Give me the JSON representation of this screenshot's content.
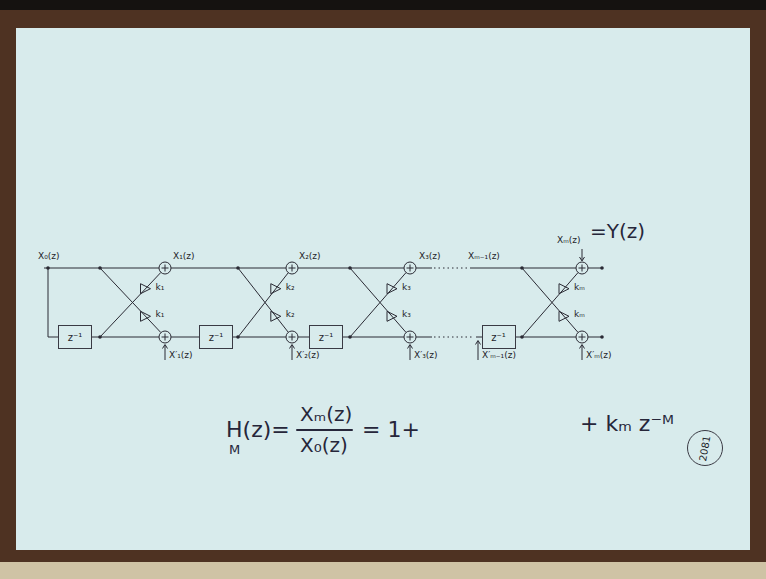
{
  "diagram": {
    "nodes": [
      {
        "text": [
          "z⁻¹"
        ]
      },
      {
        "text": [
          "z⁻¹"
        ]
      },
      {
        "text": [
          "z⁻¹"
        ]
      },
      {
        "text": [
          "z⁻¹"
        ]
      },
      {
        "text": [
          "2081"
        ]
      }
    ],
    "labels": [
      "Xₘ(z)",
      "=Y(z)",
      "X₀(z)",
      "X₁(z)",
      "X₂(z)",
      "X₃(z)",
      "Xₘ₋₁(z)",
      "k₁",
      "k₂",
      "k₃",
      "kₘ",
      "k₁",
      "k₂",
      "k₃",
      "kₘ",
      "X′₁(z)",
      "X′₂(z)",
      "X′₃(z)",
      "X′ₘ₋₁(z)",
      "X′ₘ(z)",
      "Xₘ(z)",
      "H(z)=",
      "= 1+",
      "+ kₘ z⁻ᴹ",
      "X₀(z)",
      "M"
    ]
  }
}
